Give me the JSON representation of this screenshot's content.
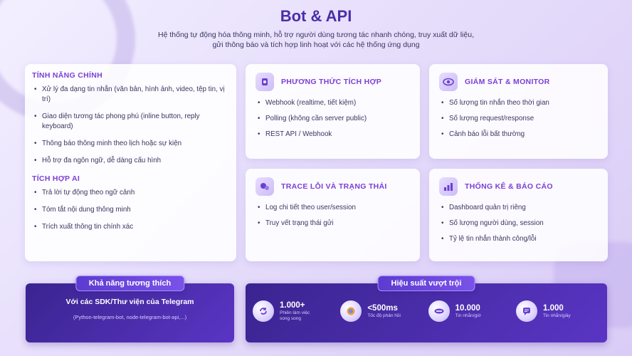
{
  "header": {
    "title": "Bot & API",
    "subtitle_line1": "Hệ thống tự động hóa thông minh, hỗ trợ người dùng tương tác nhanh chóng, truy xuất dữ liệu,",
    "subtitle_line2": "gửi thông báo và tích hợp linh hoạt với các hệ thống ứng dụng"
  },
  "features": {
    "title": "TÍNH NĂNG CHÍNH",
    "items": [
      "Xử lý đa dạng tin nhắn (văn bản, hình ảnh, video, tệp tin, vị trí)",
      "Giao diện tương tác phong phú (inline button, reply keyboard)",
      "Thông báo thông minh theo lịch hoặc sự kiện",
      "Hỗ trợ đa ngôn ngữ, dễ dàng cấu hình"
    ]
  },
  "ai": {
    "title": "TÍCH HỢP AI",
    "items": [
      "Trả lời tự động theo ngữ cảnh",
      "Tóm tắt nội dung thông minh",
      "Trích xuất thông tin chính xác"
    ]
  },
  "cards": [
    {
      "title": "PHƯƠNG THỨC TÍCH HỢP",
      "icon": "integration-icon",
      "items": [
        "Webhook (realtime, tiết kiệm)",
        "Polling (không cần server public)",
        "REST API / Webhook"
      ]
    },
    {
      "title": "GIÁM SÁT & MONITOR",
      "icon": "eye-icon",
      "items": [
        "Số lượng tin nhắn theo thời gian",
        "Số lượng request/response",
        "Cảnh báo lỗi bất thường"
      ]
    },
    {
      "title": "TRACE LỖI VÀ TRẠNG THÁI",
      "icon": "trace-icon",
      "items": [
        "Log chi tiết theo user/session",
        "Truy vết trạng thái gửi"
      ]
    },
    {
      "title": "THỐNG KÊ & BÁO CÁO",
      "icon": "chart-icon",
      "items": [
        "Dashboard quản trị riêng",
        "Số lượng người dùng, session",
        "Tỷ lệ tin nhắn thành công/lỗi"
      ]
    }
  ],
  "compat": {
    "label": "Khả năng tương thích",
    "title": "Với các SDK/Thư viện của Telegram",
    "sub": "(Python-telegram-bot, node-telegram-bot-api,...)"
  },
  "performance": {
    "label": "Hiệu suất vượt trội",
    "stats": [
      {
        "value": "1.000+",
        "label_line1": "Phiên làm việc",
        "label_line2": "song song",
        "icon": "sync-icon"
      },
      {
        "value": "<500ms",
        "label_line1": "Tốc độ phản hồi",
        "label_line2": "",
        "icon": "speed-icon"
      },
      {
        "value": "10.000",
        "label_line1": "Tin nhắn/giờ",
        "label_line2": "",
        "icon": "message-icon"
      },
      {
        "value": "1.000",
        "label_line1": "Tin nhắn/giây",
        "label_line2": "",
        "icon": "chat-icon"
      }
    ]
  },
  "colors": {
    "accent": "#7b3fd6",
    "title": "#4a2ea8",
    "dark_panel": "#3a2490"
  }
}
